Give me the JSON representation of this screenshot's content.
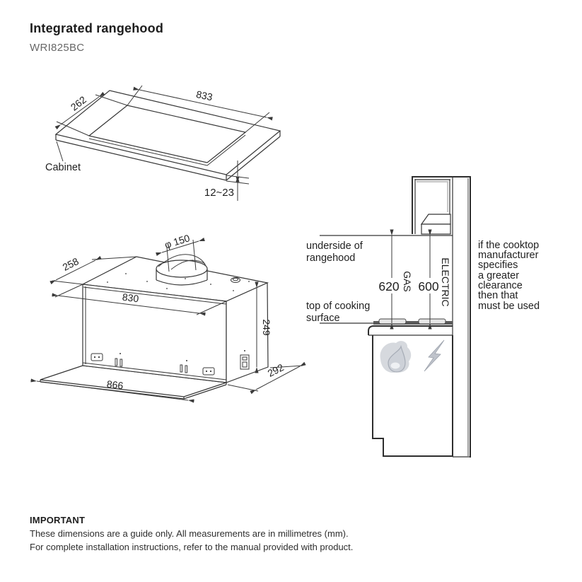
{
  "header": {
    "title": "Integrated rangehood",
    "model": "WRI825BC"
  },
  "cabinet_diagram": {
    "label": "Cabinet",
    "dims": {
      "cutout_depth": "262",
      "cutout_width": "833",
      "panel_thickness": "12~23"
    }
  },
  "hood_diagram": {
    "dims": {
      "duct_diameter": "φ 150",
      "body_depth": "258",
      "body_width": "830",
      "body_height": "249",
      "base_width": "866",
      "base_depth": "292"
    }
  },
  "side_view": {
    "underside_label_lines": [
      "underside of",
      "rangehood"
    ],
    "cooktop_label_lines": [
      "top of cooking",
      "surface"
    ],
    "gas_clearance": {
      "value": "620",
      "label": "GAS"
    },
    "electric_clearance": {
      "value": "600",
      "label": "ELECTRIC"
    },
    "note_lines": [
      "if the cooktop",
      "manufacturer",
      "specifies",
      "a greater",
      "clearance",
      "then that",
      "must be used"
    ]
  },
  "footer": {
    "heading": "IMPORTANT",
    "lines": [
      "These dimensions are a guide only. All measurements are in millimetres (mm).",
      "For complete installation instructions, refer to the manual provided with product."
    ]
  },
  "colors": {
    "line": "#3a3a3a",
    "text": "#1f1f1f",
    "model_text": "#686868",
    "icon_gray": "#bfc3cb",
    "icon_light": "#d6d9de",
    "cooktop_dark": "#5a5a5a"
  }
}
